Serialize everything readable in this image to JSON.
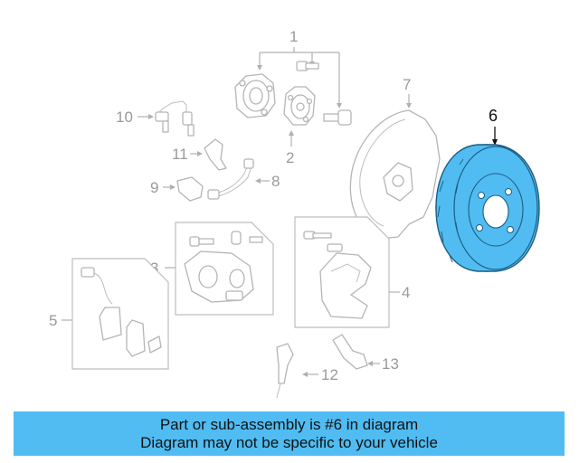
{
  "diagram": {
    "callouts": {
      "c1": "1",
      "c2": "2",
      "c3": "3",
      "c4": "4",
      "c5": "5",
      "c6": "6",
      "c7": "7",
      "c8": "8",
      "c9": "9",
      "c10": "10",
      "c11": "11",
      "c12": "12",
      "c13": "13"
    },
    "highlight_part": "6",
    "colors": {
      "highlight": "#50bcf2",
      "linework": "#b5b5b5",
      "banner": "#50bcf2"
    }
  },
  "banner": {
    "line1": "Part or sub-assembly is #6 in diagram",
    "line2": "Diagram may not be specific to your vehicle"
  }
}
